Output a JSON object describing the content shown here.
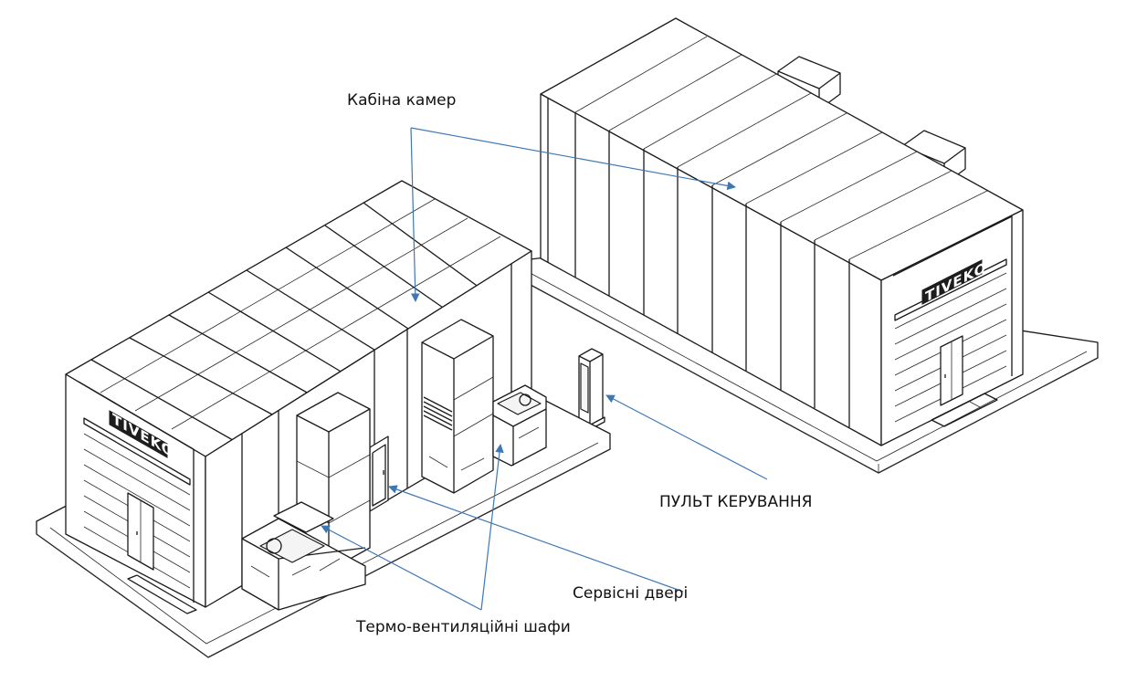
{
  "labels": {
    "cabin": "Кабіна камер",
    "control_panel": "ПУЛЬТ КЕРУВАННЯ",
    "service_door": "Сервісні двері",
    "thermo_cabinets": "Термо-вентиляційні шафи"
  },
  "brand": {
    "logo_text": "TIVEKO"
  },
  "colors": {
    "callout": "#3d78b5",
    "line": "#1a1a1a",
    "background": "#ffffff"
  }
}
